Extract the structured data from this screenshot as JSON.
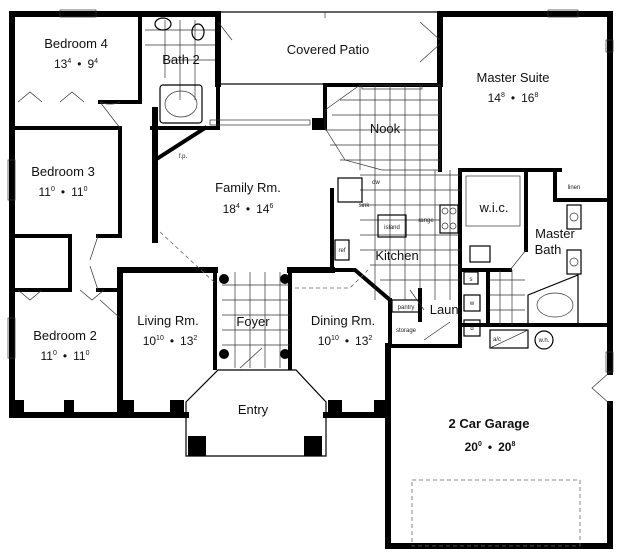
{
  "rooms": {
    "bedroom4": {
      "name": "Bedroom 4",
      "dim_a": "13",
      "sup_a": "4",
      "dim_b": "9",
      "sup_b": "4"
    },
    "bath2": {
      "name": "Bath 2"
    },
    "covered_patio": {
      "name": "Covered Patio"
    },
    "master_suite": {
      "name": "Master Suite",
      "dim_a": "14",
      "sup_a": "8",
      "dim_b": "16",
      "sup_b": "8"
    },
    "nook": {
      "name": "Nook"
    },
    "bedroom3": {
      "name": "Bedroom 3",
      "dim_a": "11",
      "sup_a": "0",
      "dim_b": "11",
      "sup_b": "0"
    },
    "family": {
      "name": "Family Rm.",
      "dim_a": "18",
      "sup_a": "4",
      "dim_b": "14",
      "sup_b": "6"
    },
    "wic": {
      "name": "w.i.c."
    },
    "master_bath": {
      "name_line1": "Master",
      "name_line2": "Bath"
    },
    "kitchen": {
      "name": "Kitchen"
    },
    "bedroom2": {
      "name": "Bedroom 2",
      "dim_a": "11",
      "sup_a": "0",
      "dim_b": "11",
      "sup_b": "0"
    },
    "living": {
      "name": "Living Rm.",
      "dim_a": "10",
      "sup_a": "10",
      "dim_b": "13",
      "sup_b": "2"
    },
    "foyer": {
      "name": "Foyer"
    },
    "dining": {
      "name": "Dining Rm.",
      "dim_a": "10",
      "sup_a": "10",
      "dim_b": "13",
      "sup_b": "2"
    },
    "laundry": {
      "name": "Laun."
    },
    "entry": {
      "name": "Entry"
    },
    "garage": {
      "name": "2 Car Garage",
      "dim_a": "20",
      "sup_a": "0",
      "dim_b": "20",
      "sup_b": "8"
    }
  },
  "fixtures": {
    "fireplace": "f.p.",
    "dw": "dw",
    "sink": "sink",
    "range": "range",
    "island": "island",
    "ref": "ref",
    "pantry": "pantry",
    "storage": "storage",
    "linen": "linen",
    "ac": "a/c",
    "wh": "w.h.",
    "washer": "w",
    "dryer": "d",
    "laundry_sink": "s"
  },
  "separator": "•"
}
